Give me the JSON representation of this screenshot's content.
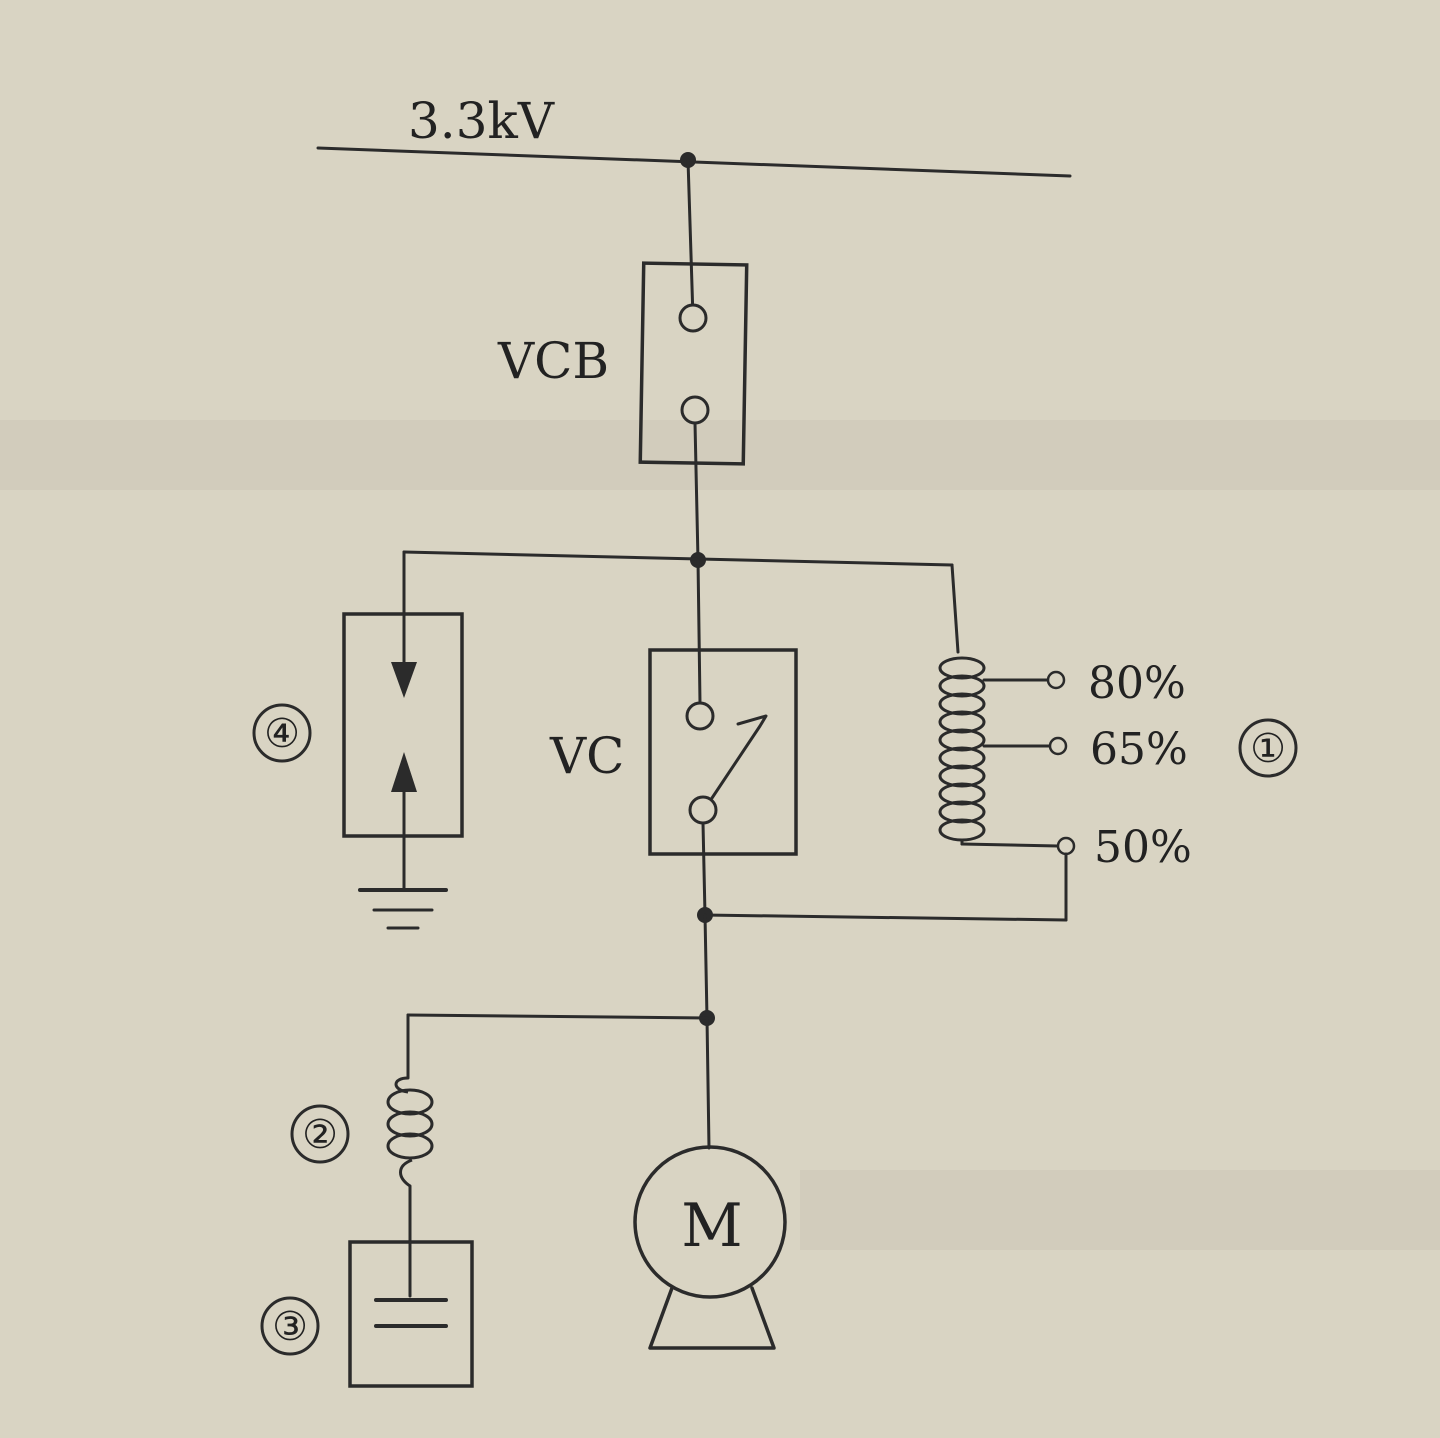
{
  "diagram": {
    "bus_voltage": "3.3kV",
    "labels": {
      "vcb": "VCB",
      "vc": "VC",
      "motor": "M"
    },
    "autotransformer_taps": [
      "80%",
      "65%",
      "50%"
    ],
    "callouts": {
      "autotransformer": "①",
      "reactor": "②",
      "capacitor": "③",
      "surge_absorber": "④"
    }
  }
}
